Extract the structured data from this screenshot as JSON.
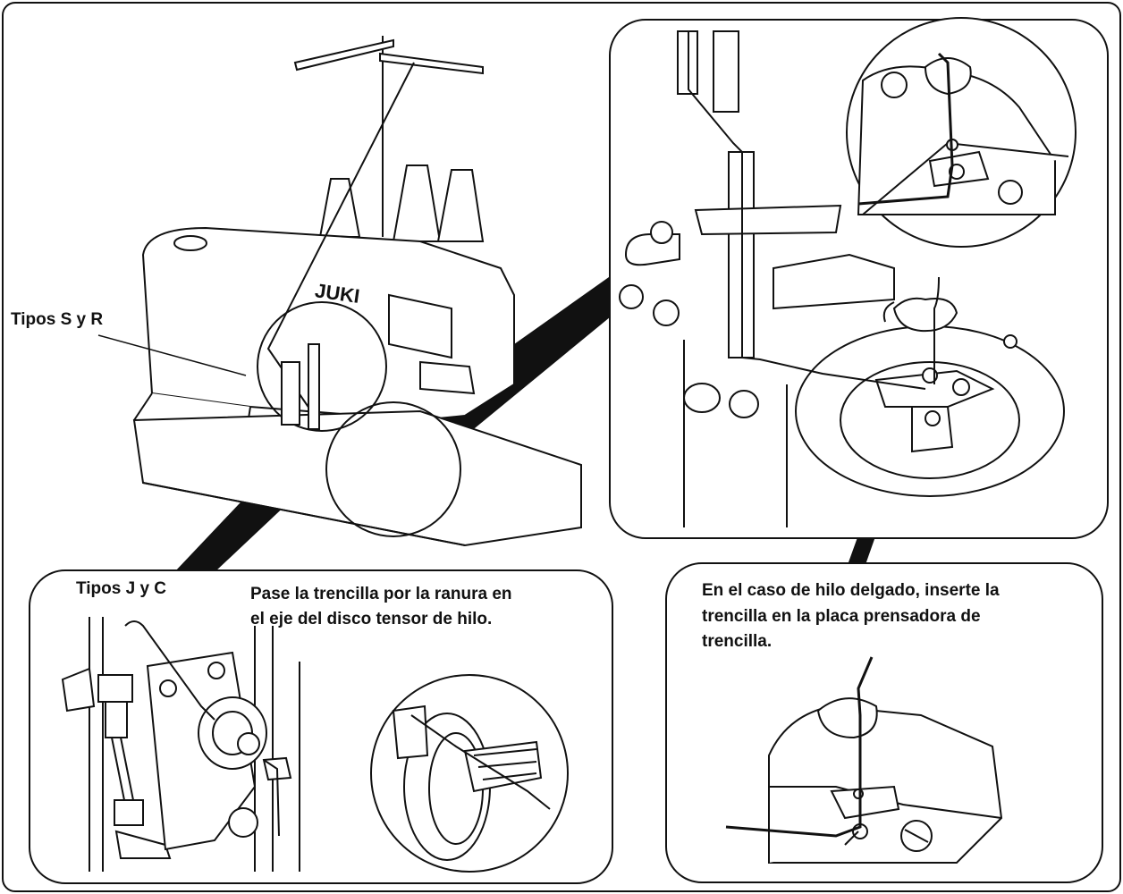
{
  "labels": {
    "types_s_r": "Tipos S y R",
    "types_j_c": "Tipos J y C",
    "note_groove_1": "Pase la trencilla por la ranura en",
    "note_groove_2": "el eje del disco tensor de hilo.",
    "note_thin_1": "En el caso de hilo delgado, inserte la",
    "note_thin_2": "trencilla en  la  placa  prensadora de",
    "note_thin_3": "trencilla."
  },
  "brand": "JUKI",
  "colors": {
    "line": "#111111",
    "background": "#ffffff"
  }
}
